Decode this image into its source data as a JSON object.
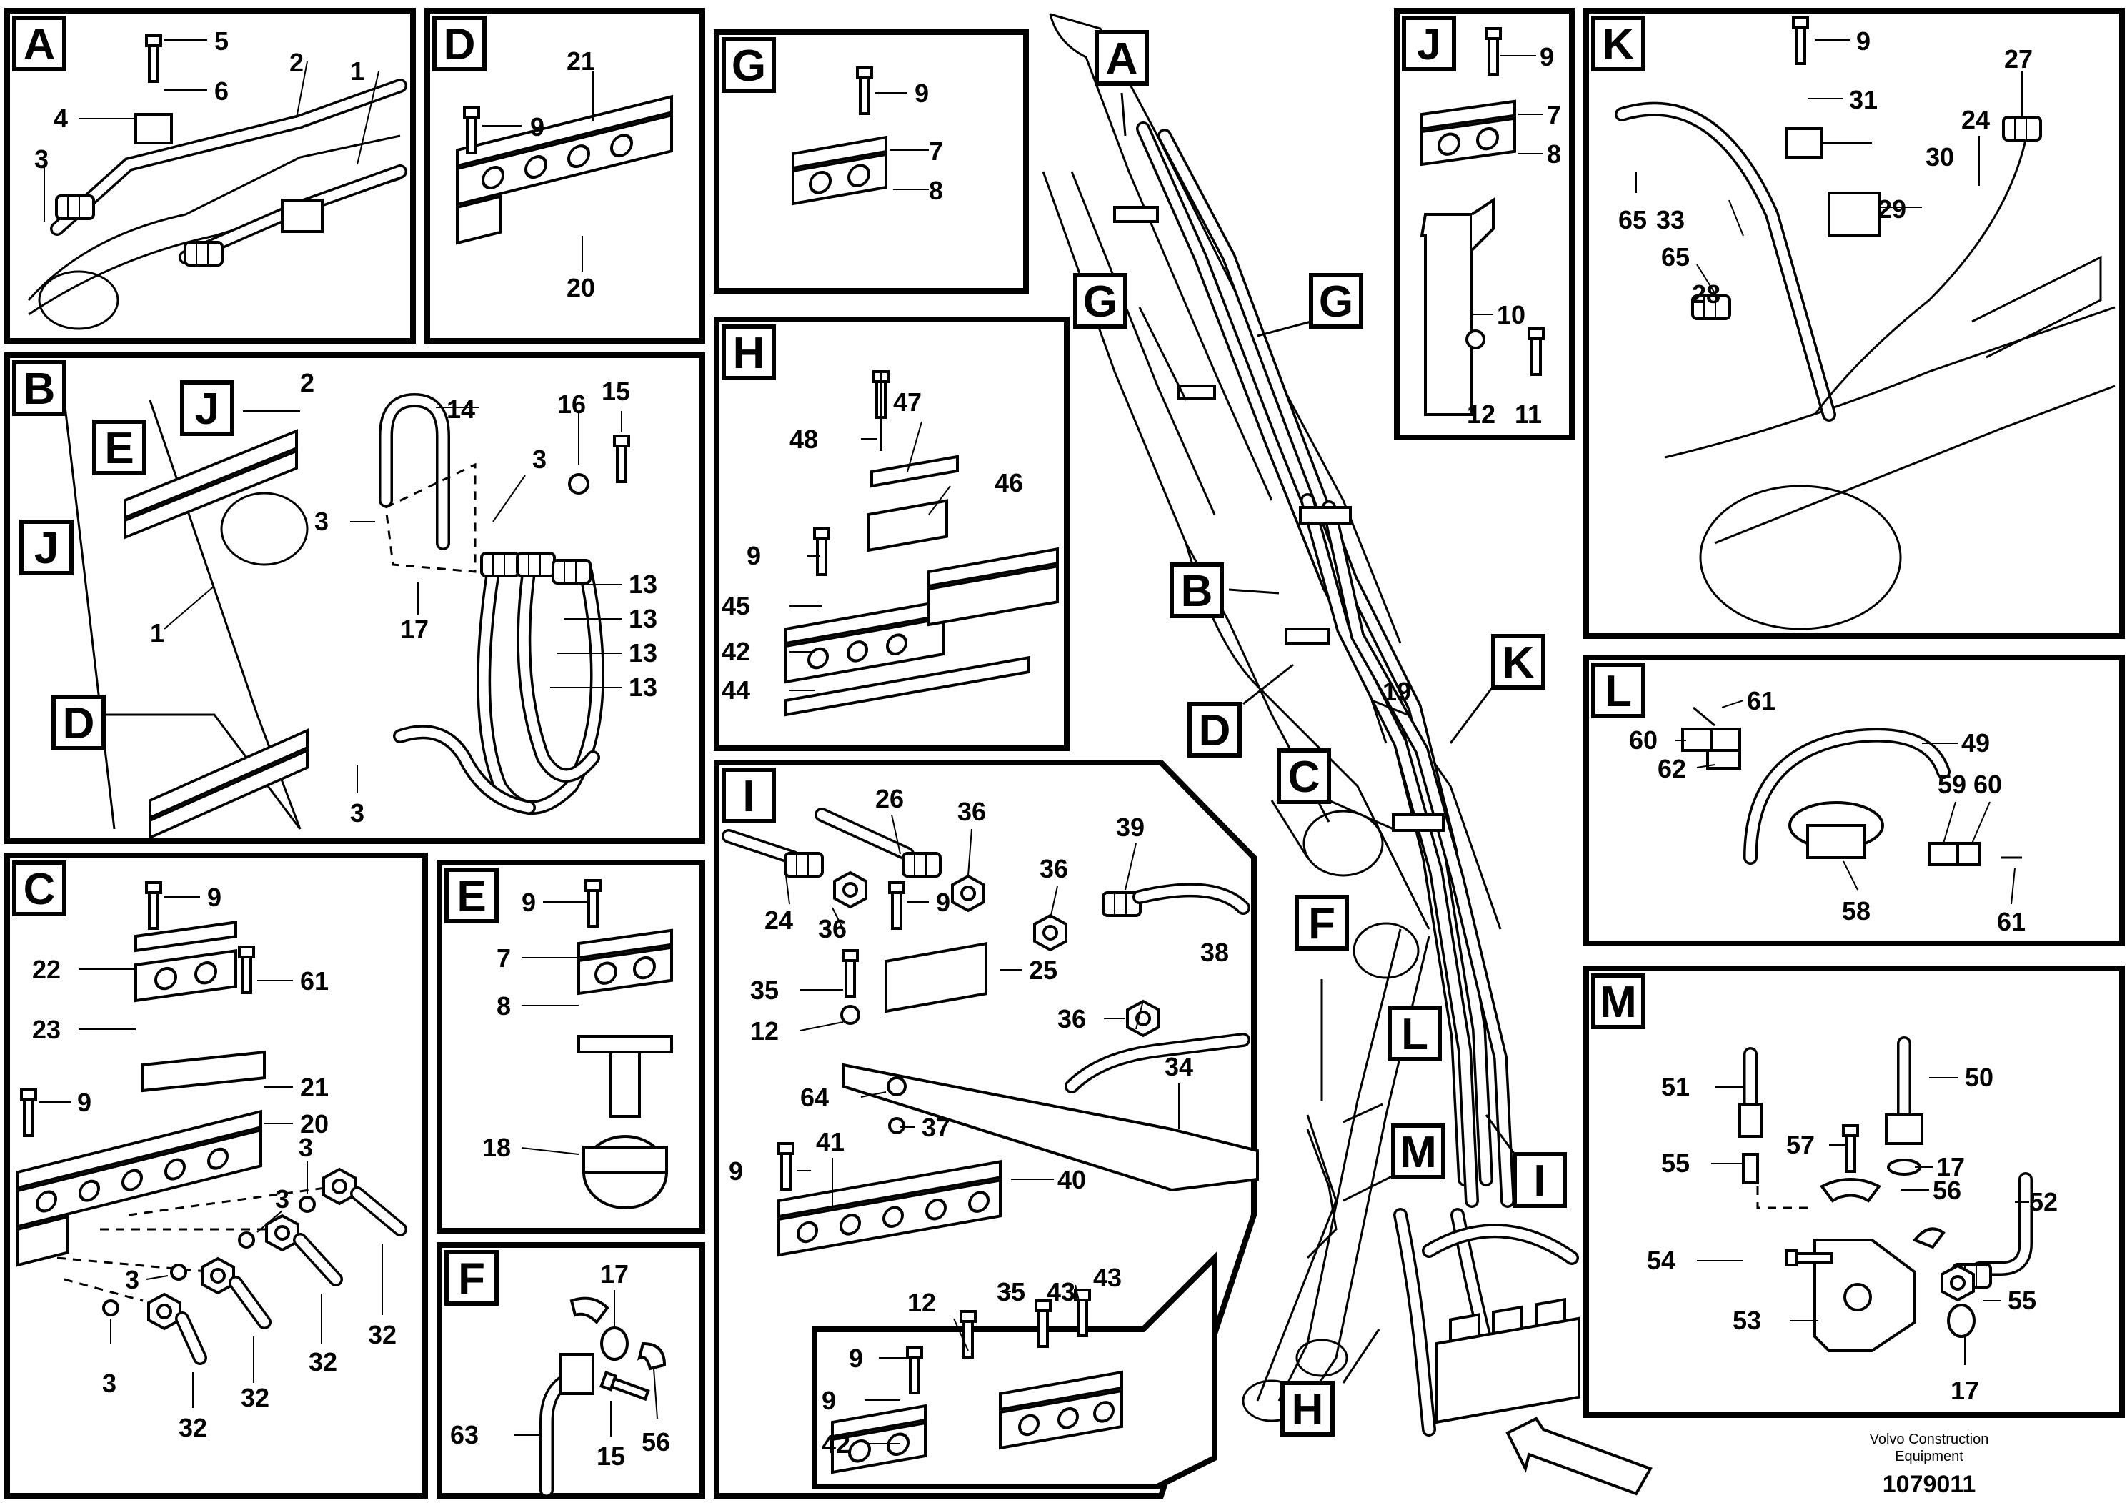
{
  "panels": [
    {
      "id": "A",
      "label": "A",
      "callouts": [
        "5",
        "6",
        "4",
        "2",
        "1",
        "3"
      ]
    },
    {
      "id": "D",
      "label": "D",
      "callouts": [
        "21",
        "9",
        "20"
      ]
    },
    {
      "id": "G",
      "label": "G",
      "callouts": [
        "9",
        "7",
        "8"
      ]
    },
    {
      "id": "J",
      "label": "J",
      "callouts": [
        "9",
        "7",
        "8",
        "10",
        "12",
        "11"
      ]
    },
    {
      "id": "K",
      "label": "K",
      "callouts": [
        "9",
        "31",
        "27",
        "24",
        "30",
        "65",
        "33",
        "29",
        "65",
        "28"
      ]
    },
    {
      "id": "B",
      "label": "B",
      "callouts": [
        "2",
        "14",
        "16",
        "15",
        "3",
        "3",
        "13",
        "13",
        "13",
        "13",
        "17",
        "1",
        "3"
      ],
      "tags": [
        "J",
        "E",
        "J",
        "D"
      ]
    },
    {
      "id": "H",
      "label": "H",
      "callouts": [
        "47",
        "48",
        "46",
        "9",
        "45",
        "42",
        "44"
      ]
    },
    {
      "id": "L",
      "label": "L",
      "callouts": [
        "61",
        "60",
        "62",
        "49",
        "59",
        "60",
        "58",
        "61"
      ]
    },
    {
      "id": "C",
      "label": "C",
      "callouts": [
        "9",
        "22",
        "61",
        "23",
        "9",
        "21",
        "20",
        "3",
        "3",
        "3",
        "3",
        "32",
        "32",
        "32",
        "32"
      ]
    },
    {
      "id": "E",
      "label": "E",
      "callouts": [
        "9",
        "7",
        "8",
        "18"
      ]
    },
    {
      "id": "I",
      "label": "I",
      "callouts": [
        "26",
        "36",
        "39",
        "24",
        "36",
        "9",
        "36",
        "35",
        "25",
        "38",
        "12",
        "36",
        "64",
        "37",
        "34",
        "9",
        "41",
        "40",
        "12",
        "35",
        "9",
        "43",
        "9",
        "43",
        "42"
      ]
    },
    {
      "id": "M",
      "label": "M",
      "callouts": [
        "51",
        "50",
        "57",
        "55",
        "17",
        "56",
        "52",
        "54",
        "55",
        "53",
        "17"
      ]
    },
    {
      "id": "F",
      "label": "F",
      "callouts": [
        "17",
        "63",
        "15",
        "56"
      ]
    }
  ],
  "overview_tags": [
    "A",
    "G",
    "G",
    "B",
    "K",
    "D",
    "C",
    "F",
    "L",
    "M",
    "I",
    "H"
  ],
  "overview_callouts": [
    "19"
  ],
  "footer": {
    "company_line1": "Volvo Construction",
    "company_line2": "Equipment",
    "drawing_number": "1079011"
  }
}
